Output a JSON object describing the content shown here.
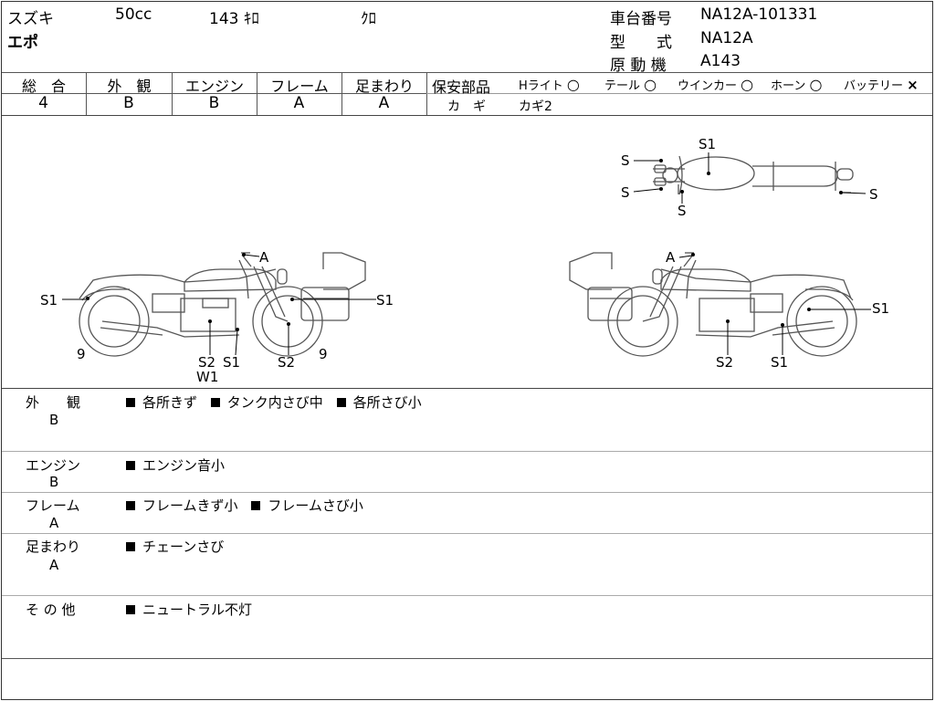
{
  "header": {
    "maker": "スズキ",
    "displacement": "50cc",
    "mileage": "143 ｷﾛ",
    "color": "ｸﾛ",
    "model_name": "エポ",
    "frame_no_label": "車台番号",
    "frame_no_value": "NA12A-101331",
    "type_label": "型　　式",
    "type_value": "NA12A",
    "engine_label": "原 動 機",
    "engine_value": "A143"
  },
  "grades": [
    {
      "label": "総　合",
      "value": "4"
    },
    {
      "label": "外　観",
      "value": "B"
    },
    {
      "label": "エンジン",
      "value": "B"
    },
    {
      "label": "フレーム",
      "value": "A"
    },
    {
      "label": "足まわり",
      "value": "A"
    }
  ],
  "safety": {
    "label": "保安部品",
    "items": [
      {
        "name": "Hライト",
        "mark": "○"
      },
      {
        "name": "テール",
        "mark": "○"
      },
      {
        "name": "ウインカー",
        "mark": "○"
      },
      {
        "name": "ホーン",
        "mark": "○"
      },
      {
        "name": "バッテリー",
        "mark": "×"
      }
    ],
    "key_label": "カ　ギ",
    "key_value": "カギ2"
  },
  "diagram_marks": {
    "top": {
      "s1": "S1",
      "s_left_top": "S",
      "s_left_bottom": "S",
      "s_center": "S",
      "s_right": "S"
    },
    "left": {
      "a": "A",
      "s1_rear": "S1",
      "s1_front": "S1",
      "nine_rear": "9",
      "nine_front": "9",
      "s2_engine": "S2",
      "s1_engine": "S1",
      "w1": "W1",
      "s2_fork": "S2"
    },
    "right": {
      "a": "A",
      "s1_rear": "S1",
      "s2_engine": "S2",
      "s1_engine": "S1"
    }
  },
  "sections": [
    {
      "title": "外　　観",
      "grade": "B",
      "items": [
        "各所きず",
        "タンク内さび中",
        "各所さび小"
      ]
    },
    {
      "title": "エンジン",
      "grade": "B",
      "items": [
        "エンジン音小"
      ]
    },
    {
      "title": "フレーム",
      "grade": "A",
      "items": [
        "フレームきず小",
        "フレームさび小"
      ]
    },
    {
      "title": "足まわり",
      "grade": "A",
      "items": [
        "チェーンさび"
      ]
    },
    {
      "title": "そ の 他",
      "grade": "",
      "items": [
        "ニュートラル不灯"
      ]
    }
  ]
}
